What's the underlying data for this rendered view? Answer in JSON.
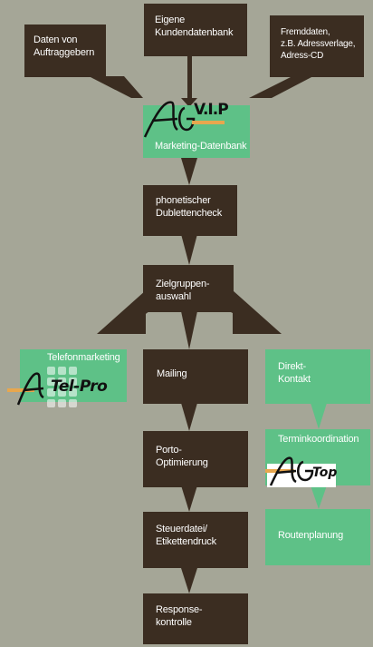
{
  "colors": {
    "background": "#a5a697",
    "dark_box": "#3b2d21",
    "green_box": "#5ec187",
    "text": "#ffffff"
  },
  "boxes": {
    "auftraggeber": {
      "line1": "Daten von",
      "line2": "Auftraggebern"
    },
    "kundendatenbank": {
      "line1": "Eigene",
      "line2": "Kundendatenbank"
    },
    "fremddaten": {
      "line1": "Fremddaten,",
      "line2": "z.B. Adressverlage,",
      "line3": "Adress-CD"
    },
    "marketing_datenbank": {
      "label": "Marketing-Datenbank",
      "logo_text": "V.I.P"
    },
    "dublettencheck": {
      "line1": "phonetischer",
      "line2": "Dublettencheck"
    },
    "zielgruppenauswahl": {
      "line1": "Zielgruppen-",
      "line2": "auswahl"
    },
    "telefonmarketing": {
      "label": "Telefonmarketing",
      "logo_text": "Tel-Pro"
    },
    "mailing": {
      "label": "Mailing"
    },
    "direkt_kontakt": {
      "line1": "Direkt-",
      "line2": "Kontakt"
    },
    "porto_optimierung": {
      "line1": "Porto-",
      "line2": "Optimierung"
    },
    "terminkoordination": {
      "label": "Terminkoordination",
      "logo_text": "Top"
    },
    "steuerdatei": {
      "line1": "Steuerdatei/",
      "line2": "Etikettendruck"
    },
    "routenplanung": {
      "label": "Routenplanung"
    },
    "responsekontrolle": {
      "line1": "Response-",
      "line2": "kontrolle"
    }
  },
  "icons": [
    "ag-vip-logo",
    "ag-tel-pro-logo",
    "ag-top-logo",
    "arrow-connectors"
  ]
}
